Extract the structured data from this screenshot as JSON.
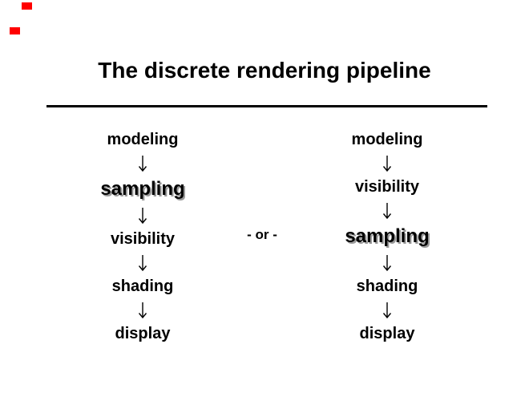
{
  "slide": {
    "title": "The discrete rendering pipeline",
    "separator": "- or -",
    "colors": {
      "background": "#ffffff",
      "text": "#000000",
      "divider": "#000000",
      "emphasis_shadow": "#999999",
      "decoration_red": "#ff0000"
    },
    "icons": {
      "down_arrow": "↓"
    },
    "pipelines": {
      "left": {
        "stages": [
          {
            "label": "modeling",
            "emphasized": false
          },
          {
            "label": "sampling",
            "emphasized": true
          },
          {
            "label": "visibility",
            "emphasized": false
          },
          {
            "label": "shading",
            "emphasized": false
          },
          {
            "label": "display",
            "emphasized": false
          }
        ]
      },
      "right": {
        "stages": [
          {
            "label": "modeling",
            "emphasized": false
          },
          {
            "label": "visibility",
            "emphasized": false
          },
          {
            "label": "sampling",
            "emphasized": true
          },
          {
            "label": "shading",
            "emphasized": false
          },
          {
            "label": "display",
            "emphasized": false
          }
        ]
      }
    }
  }
}
